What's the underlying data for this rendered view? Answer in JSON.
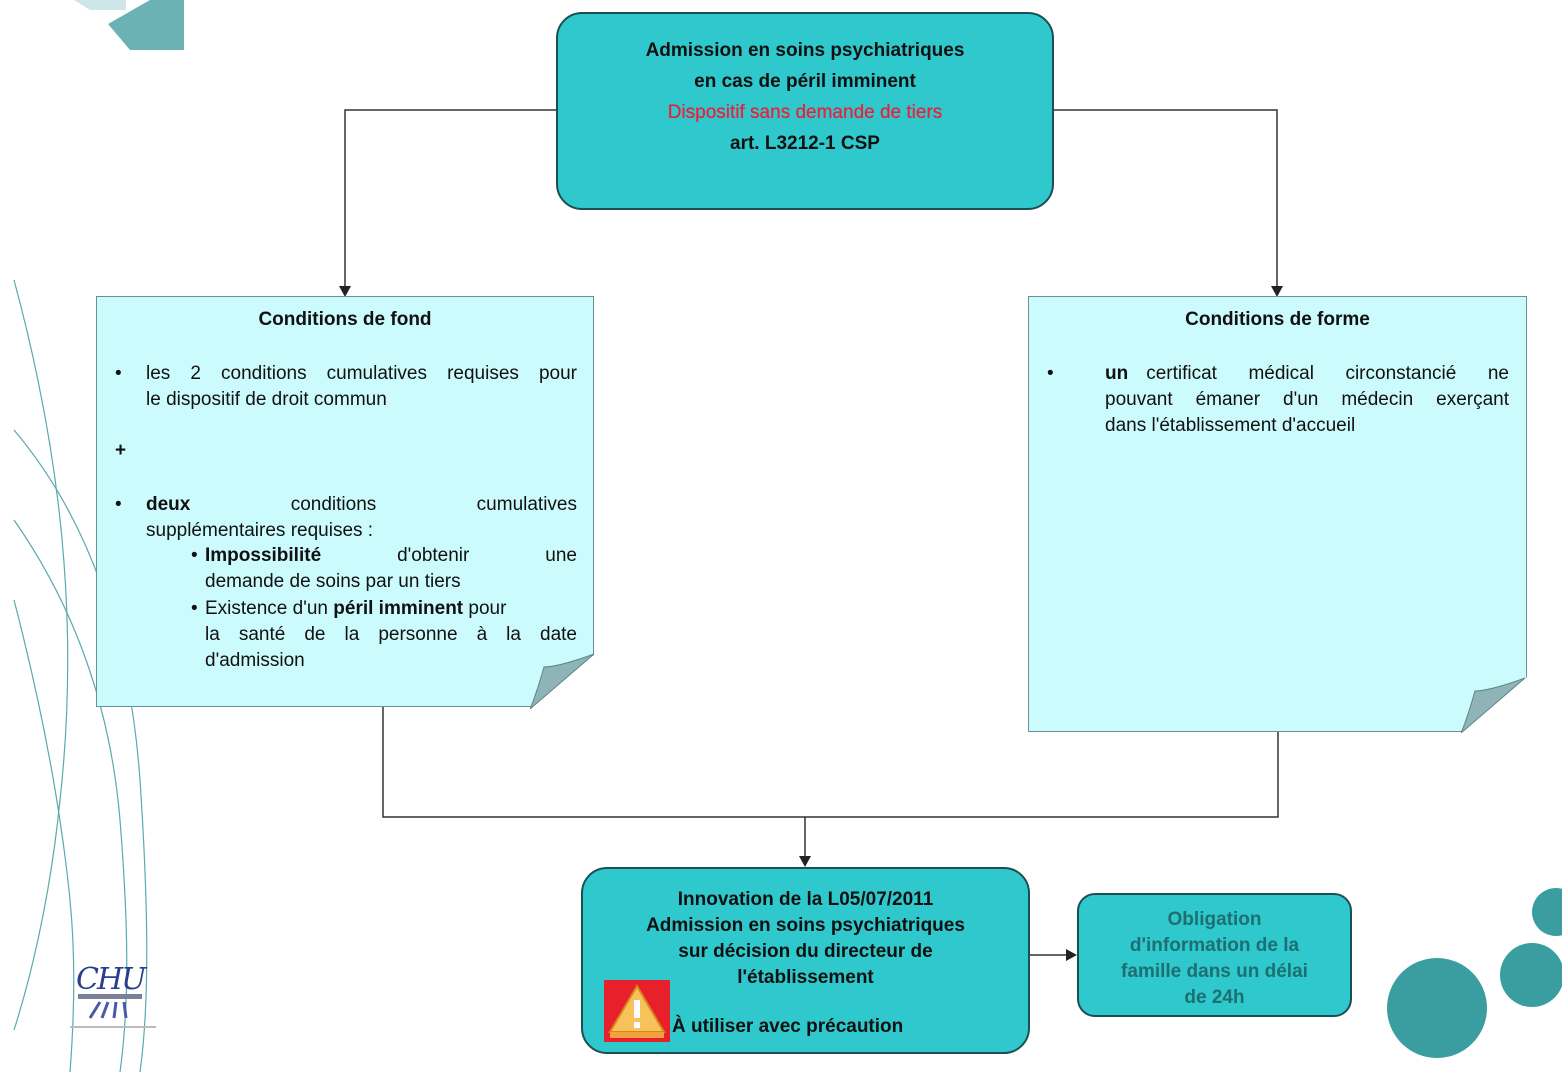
{
  "top_box": {
    "line1": "Admission en soins psychiatriques",
    "line2": "en cas de péril imminent",
    "line3": "Dispositif sans demande de tiers",
    "line4": "art. L3212-1 CSP"
  },
  "left_note": {
    "title": "Conditions de fond",
    "bullet1_a": "les 2 conditions cumulatives requises pour",
    "bullet1_b": "le dispositif de droit commun",
    "plus": "+",
    "bullet2_bold": "deux",
    "bullet2_w2": "conditions",
    "bullet2_w3": "cumulatives",
    "bullet2_b": "supplémentaires requises :",
    "sub1_bold": "Impossibilité",
    "sub1_w2": "d'obtenir",
    "sub1_w3": "une",
    "sub1_b": "demande de soins par un tiers",
    "sub2_a1": "Existence d'un ",
    "sub2_bold": "péril imminent",
    "sub2_a2": " pour",
    "sub2_b": "la santé de la personne à la date",
    "sub2_c": "d'admission"
  },
  "right_note": {
    "title": "Conditions de forme",
    "bullet_bold": "un",
    "bullet_a": "certificat médical circonstancié ne",
    "bullet_b": "pouvant émaner d'un médecin exerçant",
    "bullet_c": "dans l'établissement d'accueil"
  },
  "bottom_box": {
    "line1": "Innovation de la L05/07/2011",
    "line2": "Admission en soins psychiatriques",
    "line3": "sur décision du directeur de",
    "line4": "l'établissement",
    "warning_label": "À utiliser avec précaution"
  },
  "side_box": {
    "line1": "Obligation",
    "line2": "d'information de la",
    "line3": "famille dans un délai",
    "line4": "de 24h"
  },
  "logo": {
    "text": "CHU"
  },
  "bullet_char": "•",
  "sub_bullet_char": "•",
  "colors": {
    "teal": "#2fc8cc",
    "note_fill": "#ccfbfe",
    "red": "#e8203a",
    "accent_circle": "#3a9ea0"
  }
}
